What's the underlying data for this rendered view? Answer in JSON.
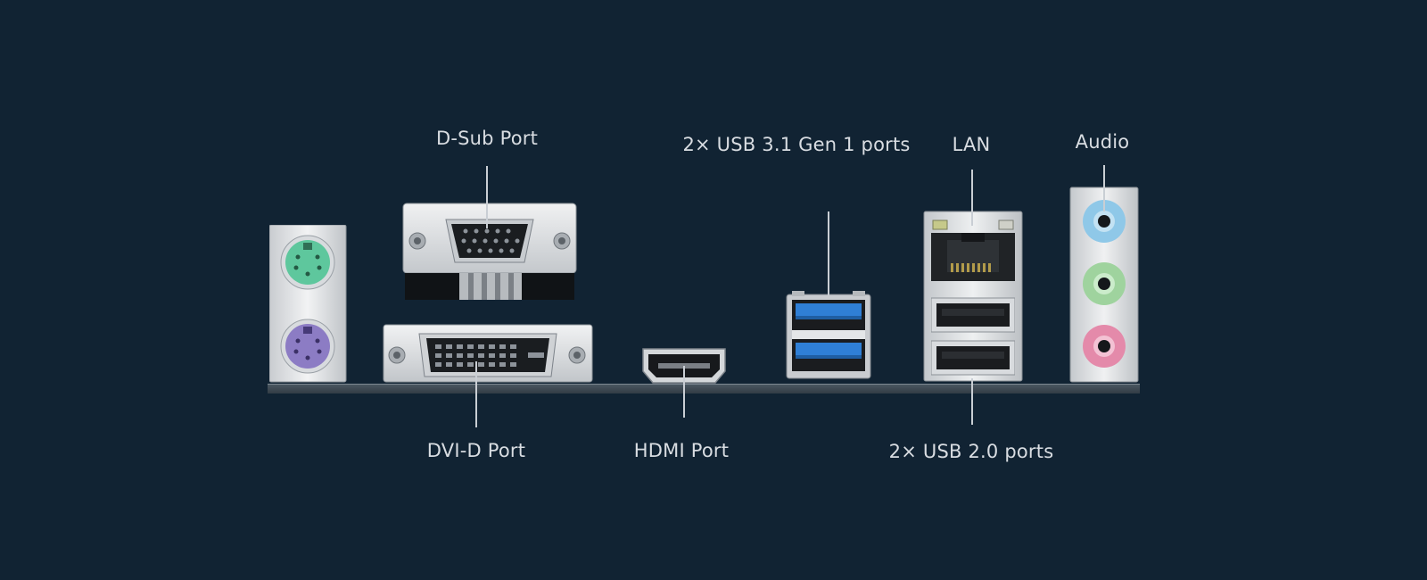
{
  "labels": {
    "dsub": "D-Sub Port",
    "usb31": "2× USB 3.1 Gen 1 ports",
    "lan": "LAN",
    "audio": "Audio",
    "dvid": "DVI-D Port",
    "hdmi": "HDMI Port",
    "usb20": "2× USB 2.0 ports"
  },
  "colors": {
    "background": "#112333",
    "label_text": "#d9dde2",
    "ps2_keyboard": "#5ec79d",
    "ps2_mouse": "#8c7cc4",
    "usb3_blue": "#2f7fd6",
    "audio_line_in": "#8fc8e8",
    "audio_line_out": "#9fd39e",
    "audio_mic": "#e48aaa"
  },
  "icons": [
    "ps2-port-icon",
    "vga-port-icon",
    "dvi-port-icon",
    "hdmi-port-icon",
    "usb3-port-icon",
    "rj45-port-icon",
    "usb2-port-icon",
    "audio-jack-icon"
  ]
}
